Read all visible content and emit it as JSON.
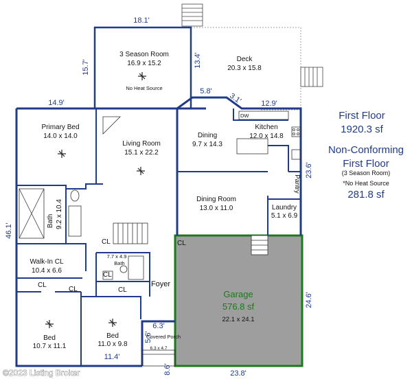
{
  "dimensions": {
    "top_3season": "18.1'",
    "left_3season": "15.7'",
    "right_3season": "13.4'",
    "deck_step": "5.8'",
    "deck_diag": "3.1'",
    "top_kitchen": "12.9'",
    "top_primary": "14.9'",
    "left_house": "46.1'",
    "right_pantry": "23.6'",
    "right_garage": "24.6'",
    "bottom_garage": "23.8'",
    "bottom_bed": "11.4'",
    "bottom_porch": "8.6'",
    "porch_top": "6.3'",
    "porch_left": "5.6'"
  },
  "rooms": {
    "season": {
      "name": "3 Season Room",
      "size": "16.9 x 15.2",
      "note": "No Heat Source"
    },
    "deck": {
      "name": "Deck",
      "size": "20.3 x 15.8"
    },
    "primary": {
      "name": "Primary Bed",
      "size": "14.0 x 14.0"
    },
    "living": {
      "name": "Living Room",
      "size": "15.1 x 22.2"
    },
    "dining": {
      "name": "Dining",
      "size": "9.7 x 14.3"
    },
    "kitchen": {
      "name": "Kitchen",
      "size": "12.0 x 14.8"
    },
    "diningroom": {
      "name": "Dining Room",
      "size": "13.0 x 11.0"
    },
    "pantry": {
      "name": "Pantry"
    },
    "laundry": {
      "name": "Laundry",
      "size": "5.1 x 6.9"
    },
    "bath": {
      "name": "Bath",
      "size": "9.2 x 10.4"
    },
    "walkin": {
      "name": "Walk-In CL",
      "size": "10.4 x 6.6"
    },
    "bath2": {
      "name": "Bath",
      "size": "7.7 x 4.9"
    },
    "foyer": {
      "name": "Foyer"
    },
    "bed1": {
      "name": "Bed",
      "size": "10.7 x 11.1"
    },
    "bed2": {
      "name": "Bed",
      "size": "11.0 x 9.8"
    },
    "porch": {
      "name": "Covered Porch",
      "size": "6.3 x 4.7"
    },
    "garage": {
      "name": "Garage",
      "area": "576.8 sf",
      "size": "22.1 x 24.1"
    },
    "closet": "CL",
    "dw": "DW"
  },
  "info": {
    "first_floor": "First Floor",
    "first_floor_area": "1920.3 sf",
    "nonconf_line1": "Non-Conforming",
    "nonconf_line2": "First Floor",
    "nonconf_line3": "(3 Season Room)",
    "nonconf_line4": "*No Heat Source",
    "nonconf_area": "281.8 sf"
  },
  "watermark": "©2023 Listing Broker",
  "colors": {
    "wall": "#1f3a8a",
    "dimension": "#1f3a8a",
    "garage_fill": "#9e9e9e",
    "garage_wall": "#1a7a1a",
    "garage_title": "#1a7a1a"
  }
}
